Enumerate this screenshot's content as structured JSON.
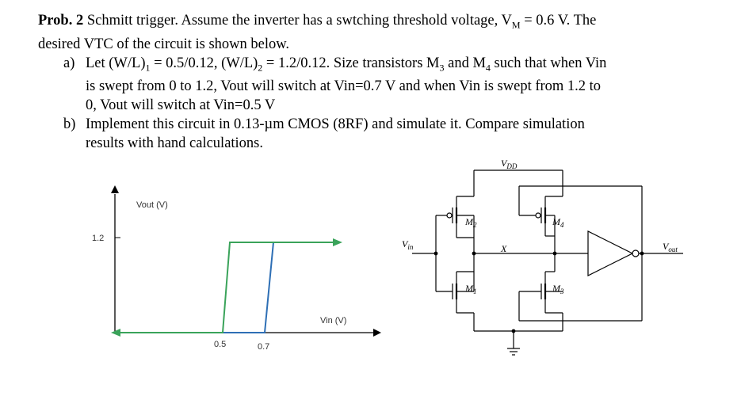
{
  "problem": {
    "number": "Prob. 2",
    "line1_rest": " Schmitt trigger. Assume the inverter has a swtching threshold voltage, V",
    "vm_sub": "M",
    "vm_value": " = 0.6 V. The",
    "line2": "desired VTC of the circuit is shown below.",
    "part_a": {
      "label": "a)",
      "l1a": "Let (W/L)",
      "l1s1": "1",
      "l1b": " = 0.5/0.12, (W/L)",
      "l1s2": "2",
      "l1c": " = 1.2/0.12. Size transistors M",
      "l1s3": "3",
      "l1d": " and M",
      "l1s4": "4",
      "l1e": " such that when Vin",
      "l2": "is swept from 0 to 1.2, Vout will switch at Vin=0.7 V and when Vin is swept from 1.2 to",
      "l3": "0, Vout will switch at Vin=0.5 V"
    },
    "part_b": {
      "label": "b)",
      "l1": "Implement this circuit in 0.13-µm CMOS (8RF) and simulate it. Compare simulation",
      "l2": "results with hand calculations."
    }
  },
  "vtc_chart": {
    "y_axis_label": "Vout (V)",
    "x_axis_label": "Vin (V)",
    "y_tick": "1.2",
    "x_ticks": [
      "0.5",
      "0.7"
    ],
    "colors": {
      "falling_trace": "#3aa35a",
      "rising_trace": "#2e6fb5",
      "axis_arrows": "#000000"
    }
  },
  "circuit": {
    "supply": "V",
    "supply_sub": "DD",
    "input": "V",
    "input_sub": "in",
    "output": "V",
    "output_sub": "out",
    "node": "X",
    "m1": "M",
    "m1_sub": "1",
    "m2": "M",
    "m2_sub": "2",
    "m3": "M",
    "m3_sub": "3",
    "m4": "M",
    "m4_sub": "4"
  }
}
